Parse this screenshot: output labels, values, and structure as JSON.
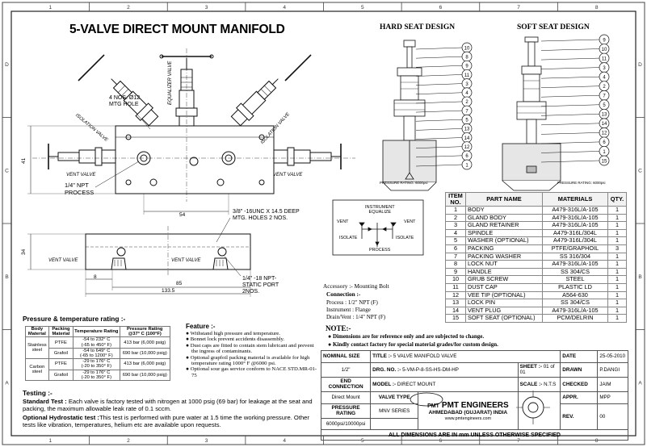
{
  "drawing": {
    "title": "5-VALVE DIRECT MOUNT MANIFOLD",
    "hard_seat_title": "HARD SEAT DESIGN",
    "soft_seat_title": "SOFT SEAT DESIGN",
    "hard_seat_rating": "PRESSURE RATING: 6000psi",
    "soft_seat_rating": "PRESSURE RATING: 6000psi",
    "grid_cols": [
      "1",
      "2",
      "3",
      "4",
      "5",
      "6",
      "7",
      "8"
    ],
    "grid_rows": [
      "D",
      "C",
      "B",
      "A"
    ],
    "callouts_hard": [
      "10",
      "8",
      "9",
      "11",
      "3",
      "4",
      "2",
      "7",
      "5",
      "13",
      "14",
      "12",
      "6",
      "1"
    ],
    "callouts_soft": [
      "9",
      "10",
      "11",
      "3",
      "4",
      "2",
      "7",
      "5",
      "13",
      "14",
      "12",
      "6",
      "1",
      "15"
    ]
  },
  "front_view": {
    "mtg_hole": "4 NOS. Ø12\nMTG HOLE",
    "equalizer_valve": "EQUALIZER VALVE",
    "isolation_left": "ISOLATION VALVE",
    "isolation_right": "ISOLATION VALVE",
    "vent_left": "VENT VALVE",
    "vent_right": "VENT VALVE",
    "process": "1/4\" NPT\nPROCESS",
    "dim_height": "41",
    "dim_54": "54"
  },
  "side_view": {
    "mtg_holes": "3/8\" -16UNC X 14.5 DEEP\nMTG. HOLES 2 NOS.",
    "vent_left": "VENT VALVE",
    "vent_right": "VENT VALVE",
    "static_port": "1/4\" -18 NPT-\nSTATIC PORT\n2NOS.",
    "dim_34": "34",
    "dim_8": "8",
    "dim_85": "85",
    "dim_1335": "133.5"
  },
  "schematic": {
    "title": "INSTRUMENT\nEQUALIZE",
    "vent_left": "VENT",
    "vent_right": "VENT",
    "isolate_left": "ISOLATE",
    "isolate_right": "ISOLATE",
    "process": "PROCESS"
  },
  "parts_table": {
    "headers": [
      "ITEM NO.",
      "PART NAME",
      "MATERIALS",
      "QTY."
    ],
    "rows": [
      [
        "1",
        "BODY",
        "A479-316L/A-105",
        "1"
      ],
      [
        "2",
        "GLAND BODY",
        "A479-316L/A-105",
        "1"
      ],
      [
        "3",
        "GLAND RETAINER",
        "A479-316L/A-105",
        "1"
      ],
      [
        "4",
        "SPINDLE",
        "A479-316L/304L",
        "1"
      ],
      [
        "5",
        "WASHER (OPTIONAL)",
        "A479-316L/304L",
        "1"
      ],
      [
        "6",
        "PACKING",
        "PTFE/GRAPHOIL",
        "3"
      ],
      [
        "7",
        "PACKING WASHER",
        "SS 316/304",
        "1"
      ],
      [
        "8",
        "LOCK NUT",
        "A479-316L/A-105",
        "1"
      ],
      [
        "9",
        "HANDLE",
        "SS 304/CS",
        "1"
      ],
      [
        "10",
        "GRUB SCREW",
        "STEEL",
        "1"
      ],
      [
        "11",
        "DUST CAP",
        "PLASTIC LD",
        "1"
      ],
      [
        "12",
        "VEE TIP (OPTIONAL)",
        "A564-630",
        "1"
      ],
      [
        "13",
        "LOCK PIN",
        "SS 304/CS",
        "1"
      ],
      [
        "14",
        "VENT PLUG",
        "A479-316L/A-105",
        "1"
      ],
      [
        "15",
        "SOFT SEAT (OPTIONAL)",
        "PCM/DELRIN",
        "1"
      ]
    ]
  },
  "accessory": {
    "accessory": "Accessory :- Mounting Bolt",
    "connection_head": "Connection :-",
    "process": "Process : 1/2\" NPT (F)",
    "instrument": "Instrument : Flange",
    "drain": "Drain/Vent : 1/4\" NPT (F)"
  },
  "notes": {
    "head": "NOTE:-",
    "n1": "Dimensions are for reference only and are subjected to change.",
    "n2": "Kindly contact factory for special material grades/for custom design."
  },
  "pressure_rating": {
    "head": "Pressure & temperature rating :-",
    "headers": [
      "Body Material",
      "Packing Material",
      "Temperature Rating",
      "Pressure Rating @37° C (100°F)"
    ],
    "rows": [
      [
        "Stainless steel",
        "PTFE",
        "-54 to 232° C\n(-65 to 450° F)",
        "413 bar (6,000 psig)"
      ],
      [
        "",
        "Grafoil",
        "-54 to 649° C\n(-65 to 1200° F)",
        "690 bar (10,000 psig)"
      ],
      [
        "Carbon steel",
        "PTFE",
        "-29 to 176° C\n(-20 to 350° F)",
        "413 bar (6,000 psig)"
      ],
      [
        "",
        "Grafoil",
        "-29 to 176° C\n(-20 to 350° F)",
        "690 bar (10,000 psig)"
      ]
    ]
  },
  "features": {
    "head": "Feature :-",
    "items": [
      "Withstand high pressure and temperature.",
      "Bonnet lock prevent accidents disassembly.",
      "Dust caps are fitted to contain stem lubricant and prevent the ingress of contaminants.",
      "Optional grapfoil packing material is available for high temperature rating 1000° F @6000 psi.",
      "Optional sour gas service conform to NACE STD.MR-01-75"
    ]
  },
  "testing": {
    "head": "Testing :-",
    "standard_label": "Standard Test :",
    "standard_text": " Each valve is factory tested with nitrogen at 1000 psig (69 bar) for leakage at the seat and packing, the maximum allowable leak rate of 0.1 sccm.",
    "hydro_label": "Optional Hydrostatic test :",
    "hydro_text": "This test is performed with pure water at 1.5 time the working pressure. Other tests like vibration, temperatures, helium etc are available upon requests."
  },
  "title_block": {
    "nominal_size_label": "NOMINAL SIZE",
    "nominal_size": "1/2\"",
    "title_label": "TITLE :-",
    "title": "5 VALVE MANIFOLD VALVE",
    "date_label": "DATE",
    "date": "25-05-2010",
    "drg_label": "DRG. NO. :-",
    "drg": "5-VM-P-8-SS-HS-DM-HP",
    "sheet_label": "SHEET :-",
    "sheet": "01 of 01",
    "drawn_label": "DRAWN",
    "drawn": "P.DANGI",
    "end_conn_label": "END\nCONNECTION",
    "end_conn": "Direct Mount",
    "model_label": "MODEL :-",
    "model": "DIRECT MOUNT",
    "scale_label": "SCALE :-",
    "scale": "N.T.S",
    "checked_label": "CHECKED",
    "checked": "JAIM",
    "valve_type_label": "VALVE TYPE",
    "valve_type": "MNV SERIES",
    "company": "PMT ENGINEERS",
    "company_addr": "AHMEDABAD (GUJARAT) INDIA",
    "company_web": "www.pmtengineers.com",
    "logo": "PMT",
    "appr_label": "APPR.",
    "appr": "MPP",
    "pressure_label": "PRESSURE\nRATING",
    "pressure": "6000psi/10000psi",
    "rev_label": "REV.",
    "rev": "00",
    "footer": "ALL DIMENSIONS ARE IN mm UNLESS OTHERWISE SPECIFIED"
  }
}
